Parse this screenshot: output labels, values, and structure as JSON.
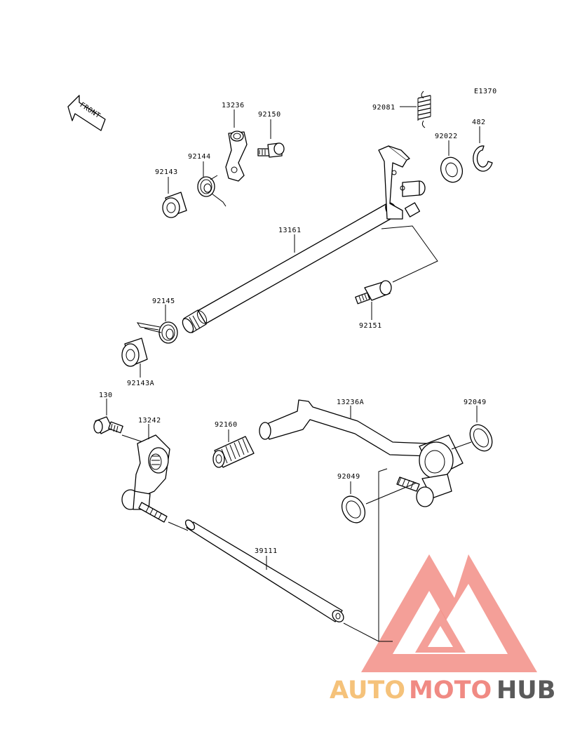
{
  "diagram": {
    "figure_code": "E1370",
    "front_label": "FRONT",
    "parts": [
      {
        "id": "13236"
      },
      {
        "id": "92150"
      },
      {
        "id": "92144"
      },
      {
        "id": "92143"
      },
      {
        "id": "92081"
      },
      {
        "id": "92022"
      },
      {
        "id": "482"
      },
      {
        "id": "13161"
      },
      {
        "id": "92145"
      },
      {
        "id": "92143A"
      },
      {
        "id": "92151"
      },
      {
        "id": "130"
      },
      {
        "id": "13242"
      },
      {
        "id": "92160"
      },
      {
        "id": "13236A"
      },
      {
        "id": "92049a",
        "label": "92049"
      },
      {
        "id": "92049b",
        "label": "92049"
      },
      {
        "id": "39111"
      }
    ]
  },
  "watermark": {
    "auto": "AUTO",
    "moto": "MOTO",
    "hub": "HUB",
    "colors": {
      "auto": "#f5c27a",
      "moto": "#f08a83",
      "hub": "#5a5a5a",
      "logo": "#f28e86"
    }
  }
}
